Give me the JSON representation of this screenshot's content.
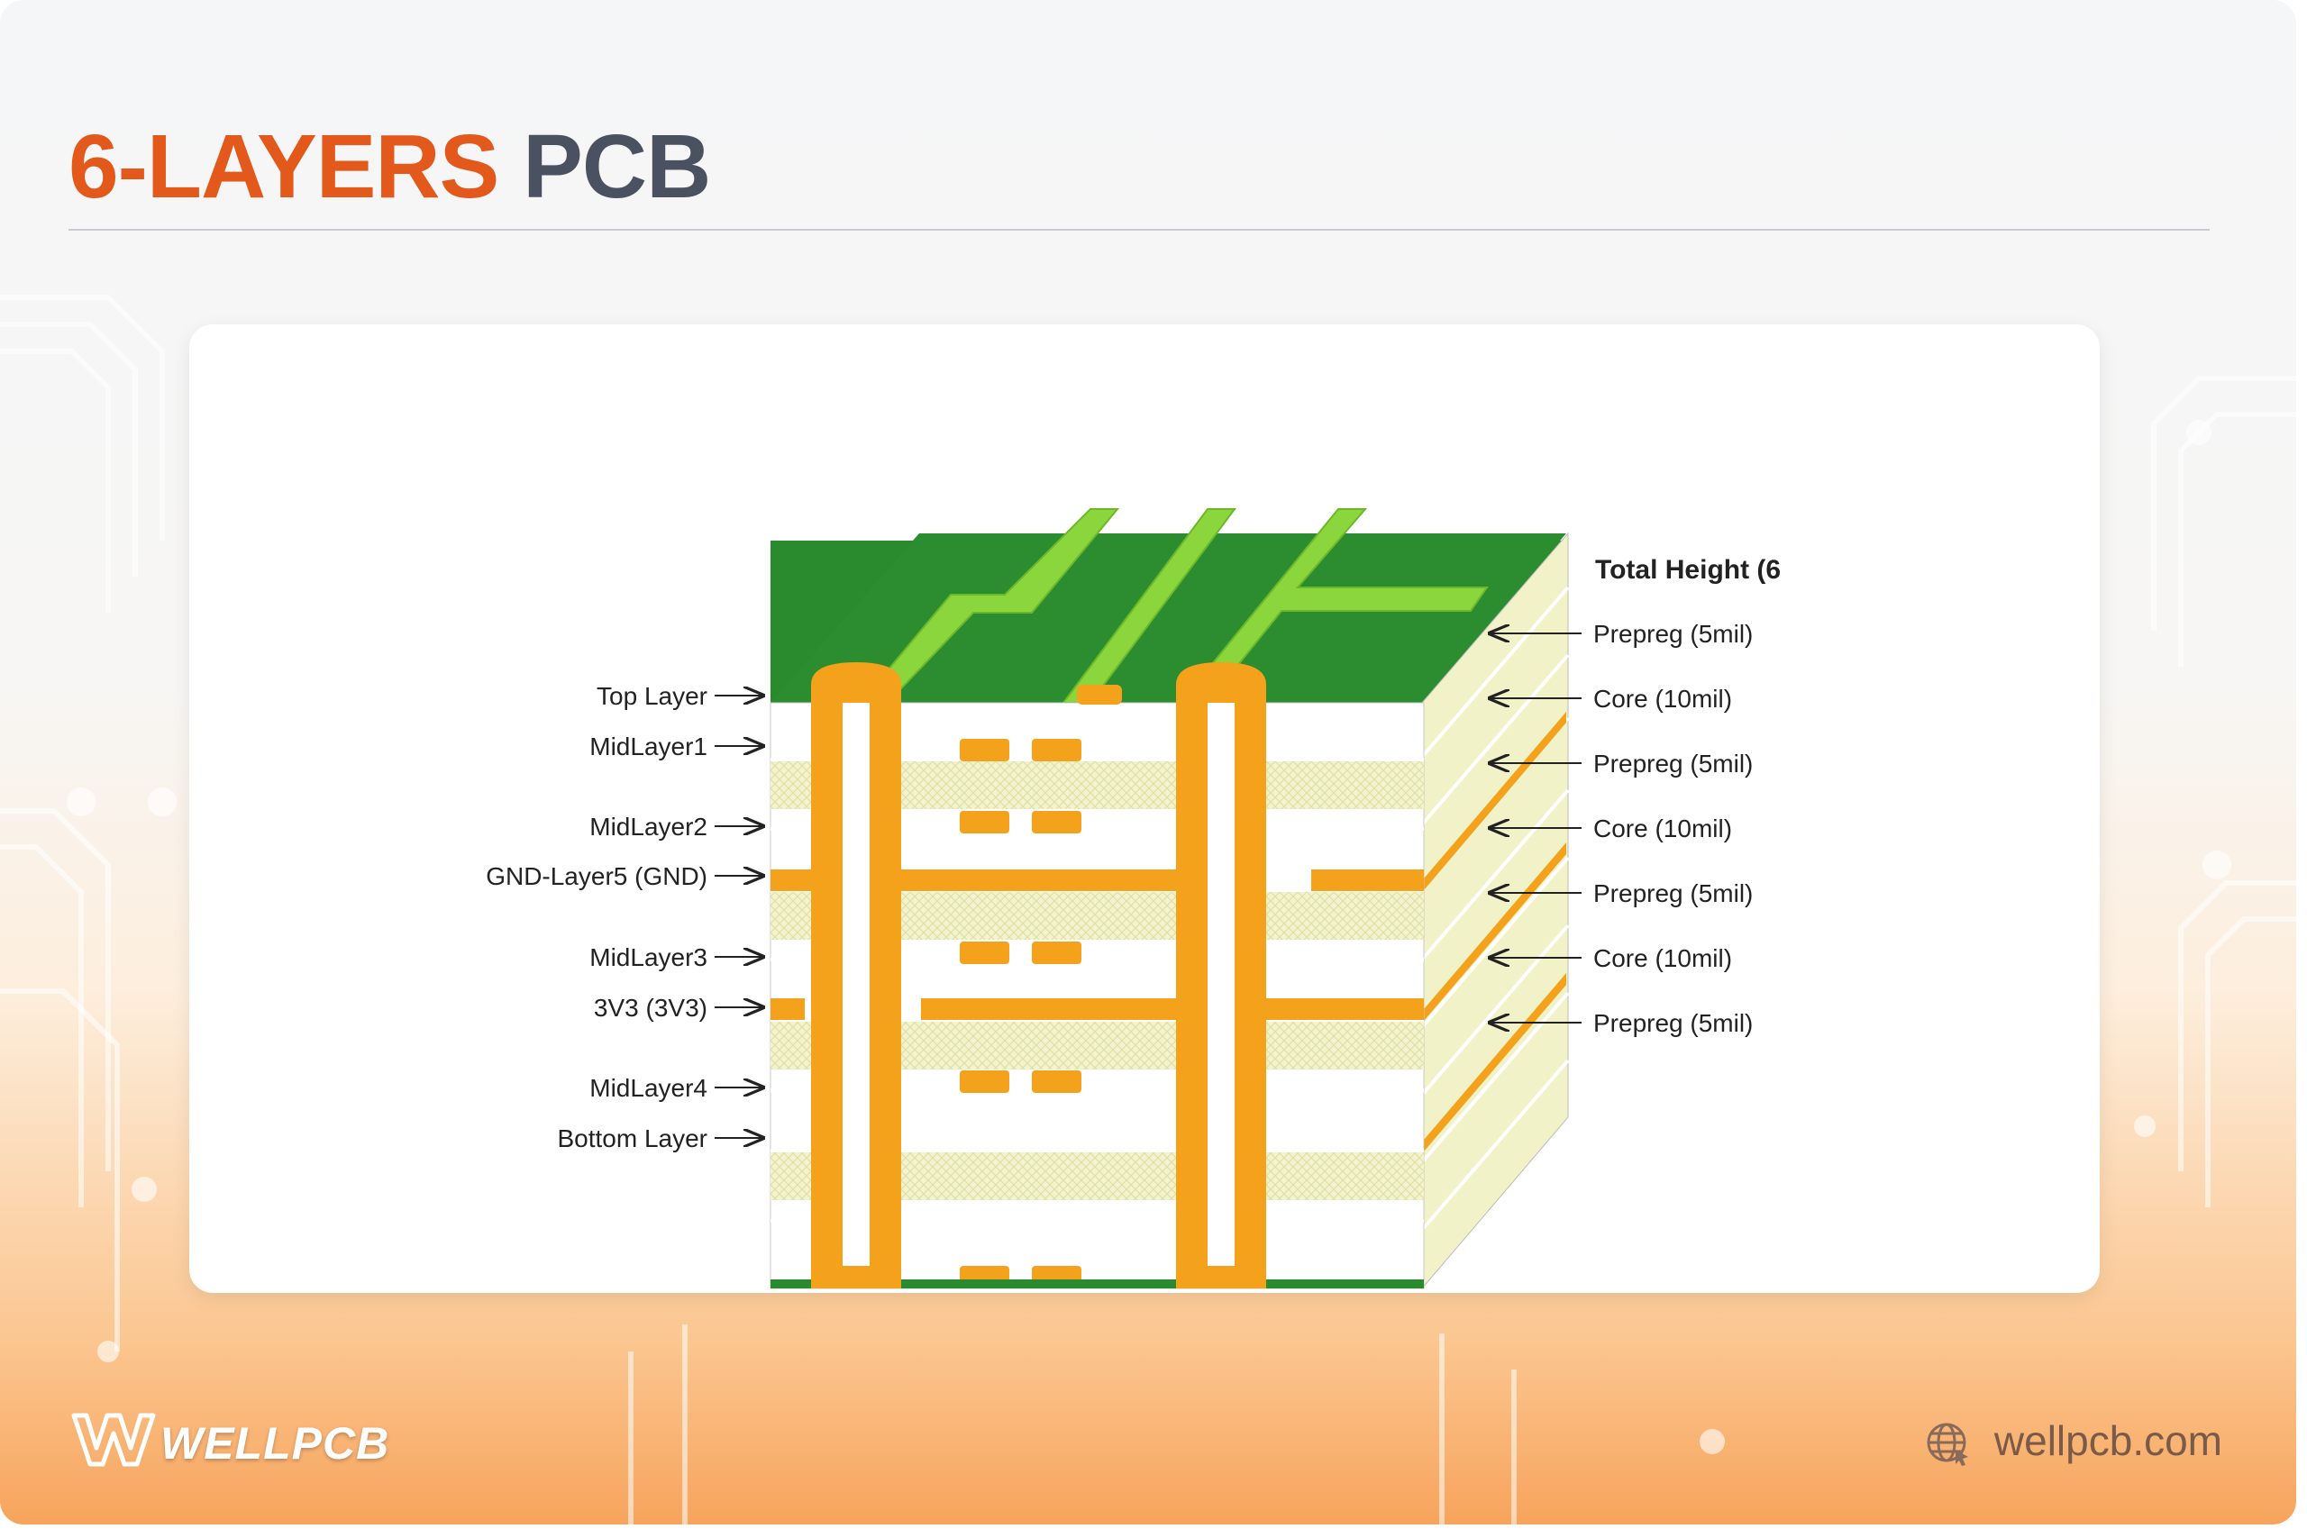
{
  "header": {
    "title_accent": "6-LAYERS",
    "title_rest": "PCB"
  },
  "diagram": {
    "left_labels": [
      "Top Layer",
      "MidLayer1",
      "MidLayer2",
      "GND-Layer5 (GND)",
      "MidLayer3",
      "3V3 (3V3)",
      "MidLayer4",
      "Bottom Layer"
    ],
    "right_title": "Total Height (6",
    "right_labels": [
      "Prepreg (5mil)",
      "Core (10mil)",
      "Prepreg (5mil)",
      "Core (10mil)",
      "Prepreg (5mil)",
      "Core (10mil)",
      "Prepreg (5mil)"
    ]
  },
  "footer": {
    "brand": "WELLPCB",
    "website": "wellpcb.com"
  },
  "colors": {
    "title_accent": "#e3581b",
    "title_rest": "#4a5160",
    "copper": "#f4a11c",
    "board_green": "#2a8a2e",
    "trace_green": "#8bd63c",
    "prepreg": "#f1f2c7"
  },
  "icons": {
    "brand_logo": "wellpcb-w-logo",
    "website_icon": "globe-icon"
  }
}
